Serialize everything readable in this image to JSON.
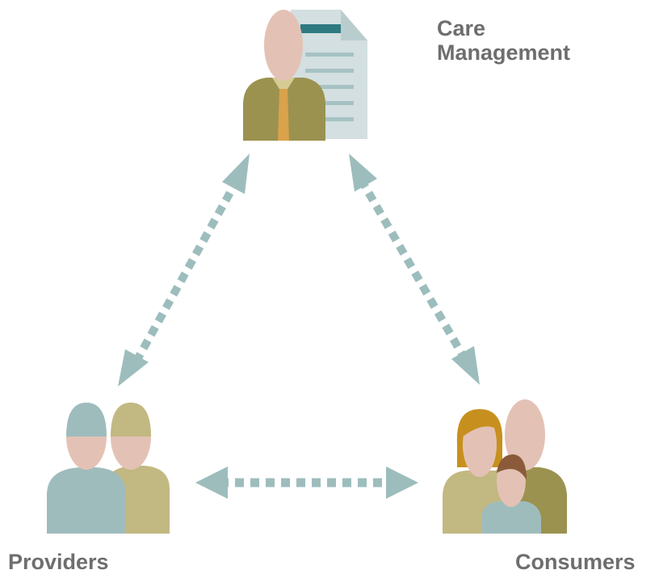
{
  "labels": {
    "care_line1": "Care",
    "care_line2": "Management",
    "providers": "Providers",
    "consumers": "Consumers"
  },
  "colors": {
    "arrow": "#9dbdbd",
    "skin": "#e3c2b5",
    "olive_shirt": "#9b9250",
    "khaki": "#c2b882",
    "blue_gray": "#9fbcbd",
    "tie": "#d9a24b",
    "document": "#d3dfe0",
    "document_header": "#2f7a82",
    "hair_gold": "#c7901e",
    "hair_brown": "#8a5a3a",
    "label_text": "#6e6e6e"
  }
}
